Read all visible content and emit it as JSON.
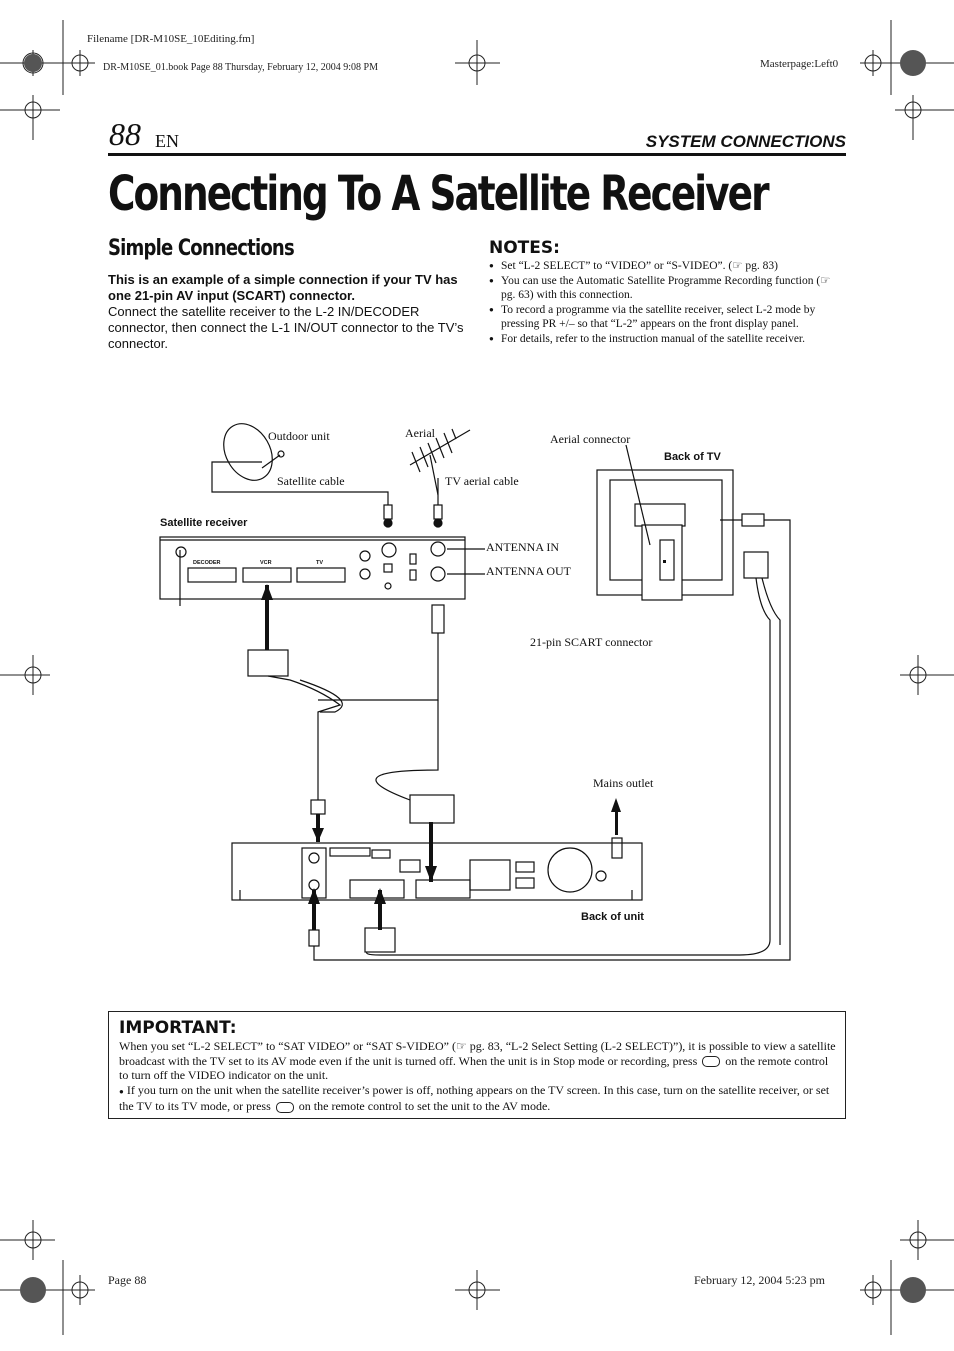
{
  "meta": {
    "filename": "Filename [DR-M10SE_10Editing.fm]",
    "book": "DR-M10SE_01.book  Page 88  Thursday, February 12, 2004  9:08 PM",
    "masterpage": "Masterpage:Left0",
    "footer_page": "Page 88",
    "footer_date": "February 12, 2004 5:23 pm"
  },
  "header": {
    "page_number": "88",
    "lang": "EN",
    "section": "SYSTEM CONNECTIONS"
  },
  "title": "Connecting To A Satellite Receiver",
  "simple": {
    "heading": "Simple Connections",
    "bold_intro": "This is an example of a simple connection if your TV has one 21-pin AV input (SCART) connector.",
    "text": "Connect the satellite receiver to the L-2 IN/DECODER connector, then connect the L-1 IN/OUT connector to the TV’s connector."
  },
  "notes": {
    "heading": "NOTES:",
    "items": [
      "Set “L-2 SELECT” to “VIDEO” or “S-VIDEO”. (☞ pg. 83)",
      "You can use the Automatic Satellite Programme Recording function (☞ pg. 63) with this connection.",
      "To record a programme via the satellite receiver, select L-2 mode by pressing PR +/– so that “L-2” appears on the front display panel.",
      "For details, refer to the instruction manual of the satellite receiver."
    ]
  },
  "diagram": {
    "outdoor_unit": "Outdoor unit",
    "aerial": "Aerial",
    "aerial_connector": "Aerial connector",
    "back_of_tv": "Back of TV",
    "satellite_cable": "Satellite cable",
    "tv_aerial_cable": "TV aerial cable",
    "satellite_receiver": "Satellite receiver",
    "antenna_in": "ANTENNA IN",
    "antenna_out": "ANTENNA OUT",
    "scart_connector": "21-pin SCART connector",
    "mains_outlet": "Mains outlet",
    "back_of_unit": "Back of unit",
    "decoder": "DECODER",
    "vcr": "VCR",
    "tv": "TV"
  },
  "important": {
    "heading": "IMPORTANT:",
    "p1_a": "When you set “L-2 SELECT” to “SAT VIDEO” or “SAT S-VIDEO” (☞ pg. 83, “L-2 Select Setting (L-2 SELECT)”), it is possible to view a satellite broadcast with the TV set to its AV mode even if the unit is turned off. When the unit is in Stop mode or recording, press",
    "p1_b": "on the remote control to turn off the VIDEO indicator on the unit.",
    "p2_a": "If you turn on the unit when the satellite receiver’s power is off, nothing appears on the TV screen. In this case, turn on the satellite receiver, or set the TV to its TV mode, or press",
    "p2_b": "on the remote control to set the unit to the AV mode."
  }
}
